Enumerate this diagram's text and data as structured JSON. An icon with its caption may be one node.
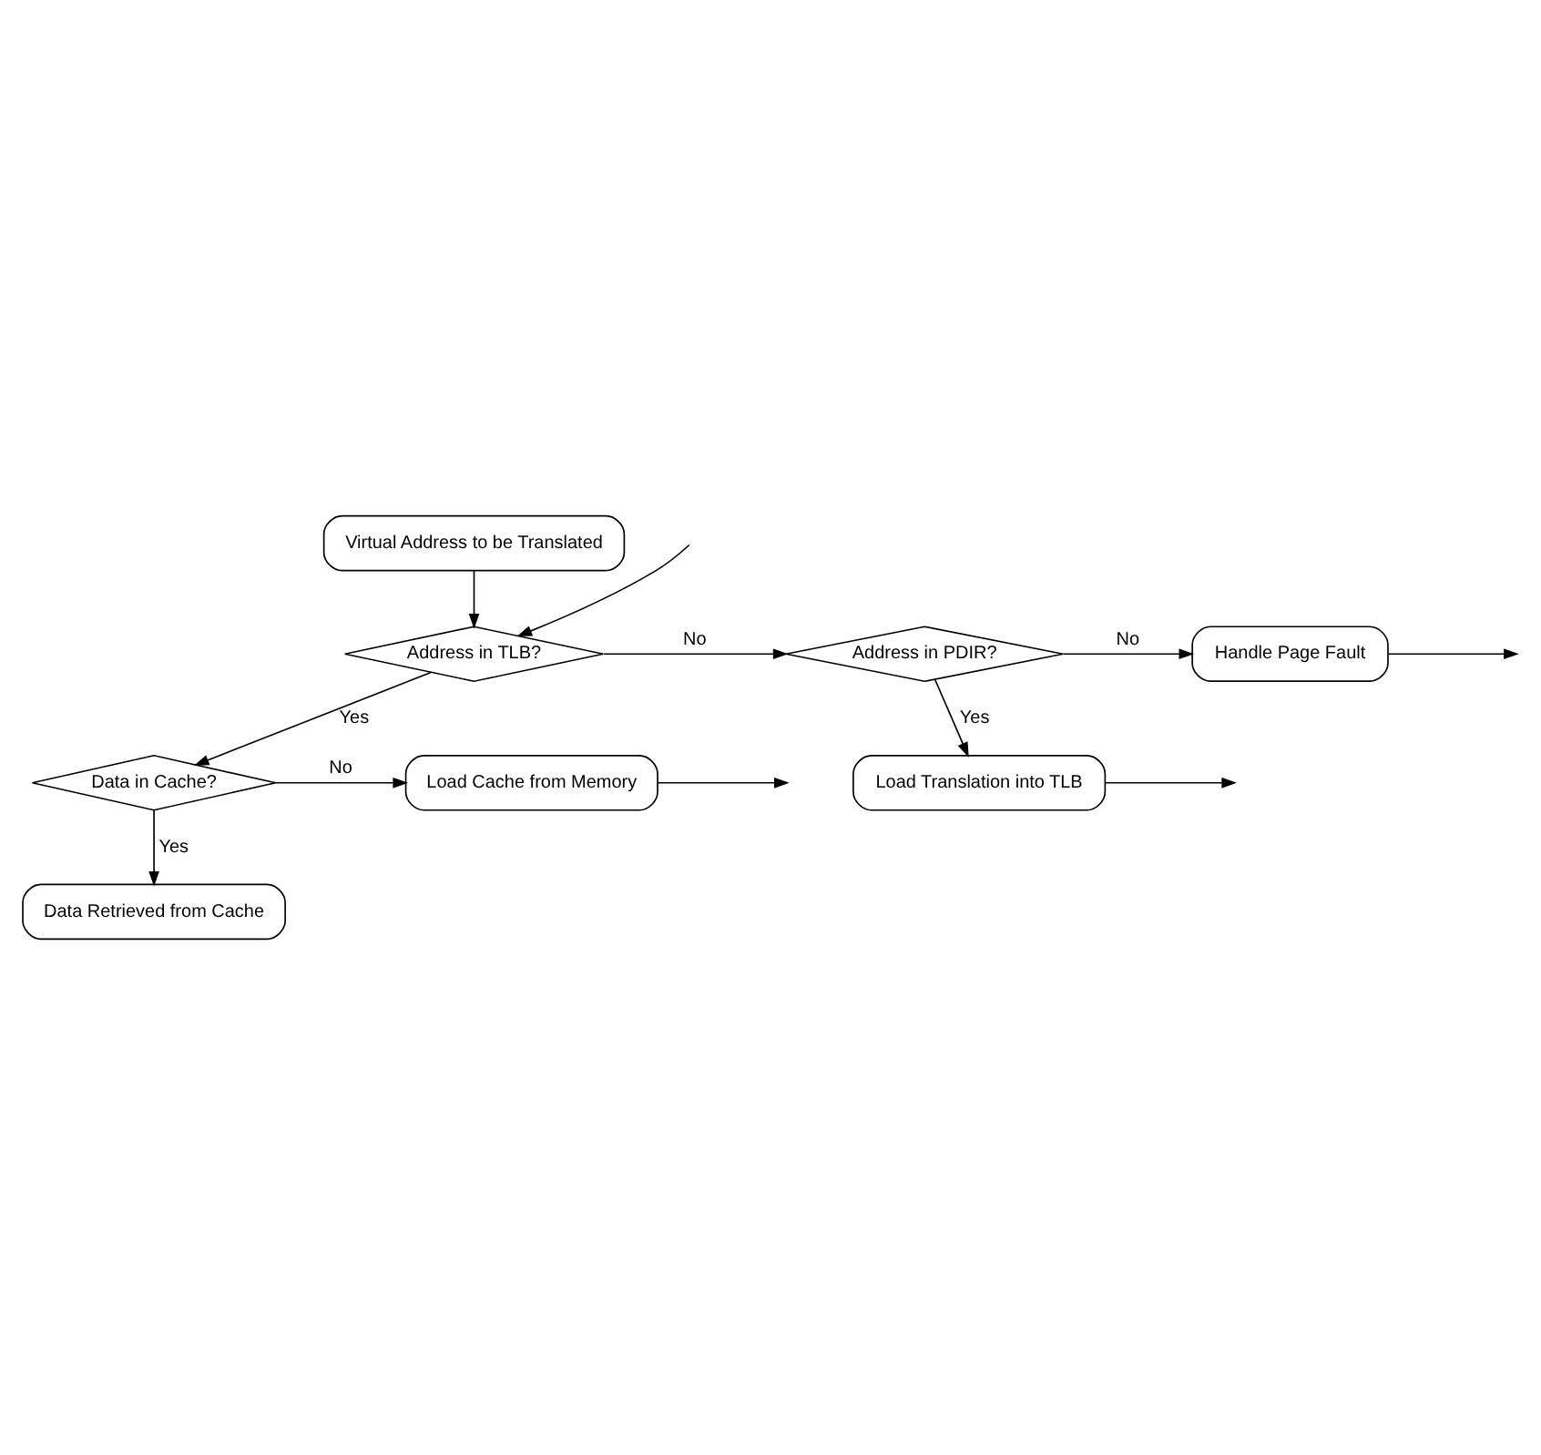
{
  "diagram": {
    "nodes": [
      {
        "text": [
          "Virtual Address to be Translated"
        ]
      },
      {
        "text": [
          "Address in TLB?"
        ]
      },
      {
        "text": [
          "Address in PDIR?"
        ]
      },
      {
        "text": [
          "Handle Page Fault"
        ]
      },
      {
        "text": [
          "Load Translation into TLB"
        ]
      },
      {
        "text": [
          "Data in Cache?"
        ]
      },
      {
        "text": [
          "Load Cache from Memory"
        ]
      },
      {
        "text": [
          "Data Retrieved from Cache"
        ]
      }
    ],
    "edges": [
      {
        "from": 0,
        "to": 1,
        "arrow": "to"
      },
      {
        "from": null,
        "to": 1,
        "arrow": "to"
      },
      {
        "from": 1,
        "to": 2,
        "arrow": "to",
        "label": "No"
      },
      {
        "from": 2,
        "to": 3,
        "arrow": "to",
        "label": "No"
      },
      {
        "from": 3,
        "to": null,
        "arrow": "to"
      },
      {
        "from": 2,
        "to": 4,
        "arrow": "to",
        "label": "Yes"
      },
      {
        "from": 4,
        "to": null,
        "arrow": "to"
      },
      {
        "from": 1,
        "to": 5,
        "arrow": "to",
        "label": "Yes"
      },
      {
        "from": 5,
        "to": 6,
        "arrow": "to",
        "label": "No"
      },
      {
        "from": 6,
        "to": null,
        "arrow": "to"
      },
      {
        "from": 5,
        "to": 7,
        "arrow": "to",
        "label": "Yes"
      }
    ]
  }
}
